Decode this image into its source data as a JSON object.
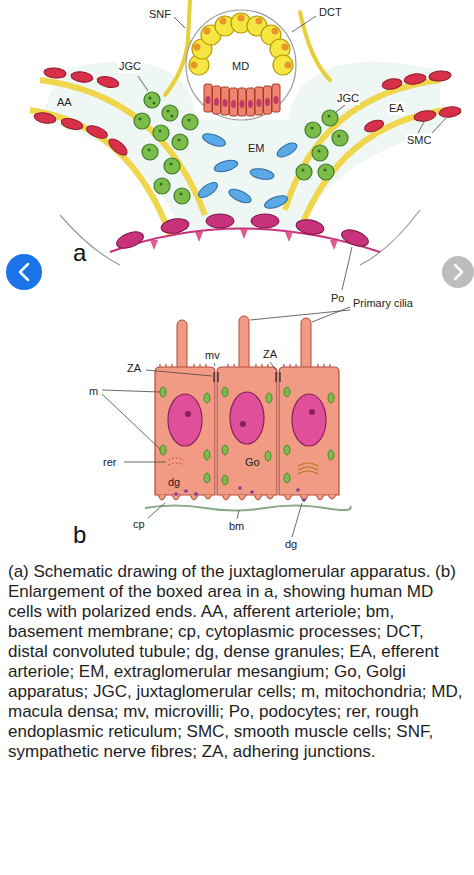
{
  "diagram": {
    "caption": "(a) Schematic drawing of the juxtaglomerular apparatus. (b) Enlargement of the boxed area in a, showing human MD cells with polarized ends. AA, afferent arteriole; bm, basement membrane; cp, cytoplasmic processes; DCT, distal convoluted tubule; dg, dense granules; EA, efferent arteriole; EM, extraglomerular mesangium; Go, Golgi apparatus; JGC, juxtaglomerular cells; m, mitochondria; MD, macula densa; mv, microvilli; Po, podocytes; rer, rough endoplasmic reticulum; SMC, smooth muscle cells; SNF, sympathetic nerve fibres; ZA, adhering junctions.",
    "labels": [
      "SNF",
      "DCT",
      "JGC",
      "MD",
      "AA",
      "JGC",
      "EA",
      "SMC",
      "EM",
      "a",
      "Po",
      "Primary cilia",
      "ZA",
      "mv",
      "ZA",
      "m",
      "rer",
      "Go",
      "dg",
      "cp",
      "bm",
      "dg",
      "b"
    ]
  }
}
